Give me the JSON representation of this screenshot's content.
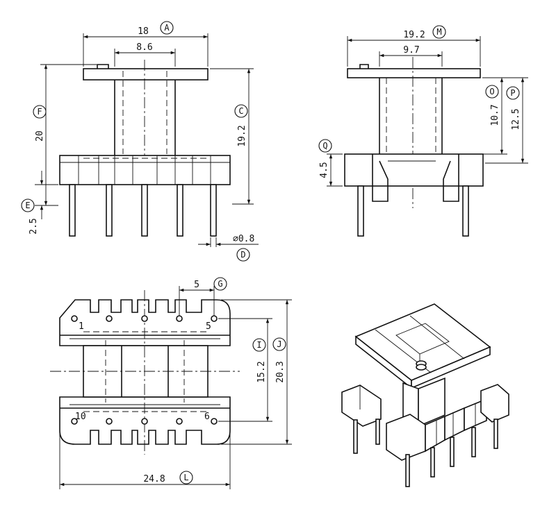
{
  "dims": {
    "front_width": "18",
    "front_core": "8.6",
    "front_height": "20",
    "front_side": "19.2",
    "pin_stub": "2.5",
    "pin_dia": "⌀0.8",
    "side_width": "19.2",
    "side_core": "9.7",
    "side_o": "10.7",
    "side_p": "12.5",
    "side_base": "4.5",
    "pin_pitch": "5",
    "row_pitch": "15.2",
    "body_height": "20.3",
    "total_width": "24.8"
  },
  "tags": {
    "A": "A",
    "C": "C",
    "D": "D",
    "E": "E",
    "F": "F",
    "G": "G",
    "I": "I",
    "J": "J",
    "L": "L",
    "M": "M",
    "O": "O",
    "P": "P",
    "Q": "Q"
  },
  "pins": {
    "p1": "1",
    "p5": "5",
    "p6": "6",
    "p10": "10"
  },
  "colors": {
    "line": "#111111",
    "background": "#ffffff"
  }
}
